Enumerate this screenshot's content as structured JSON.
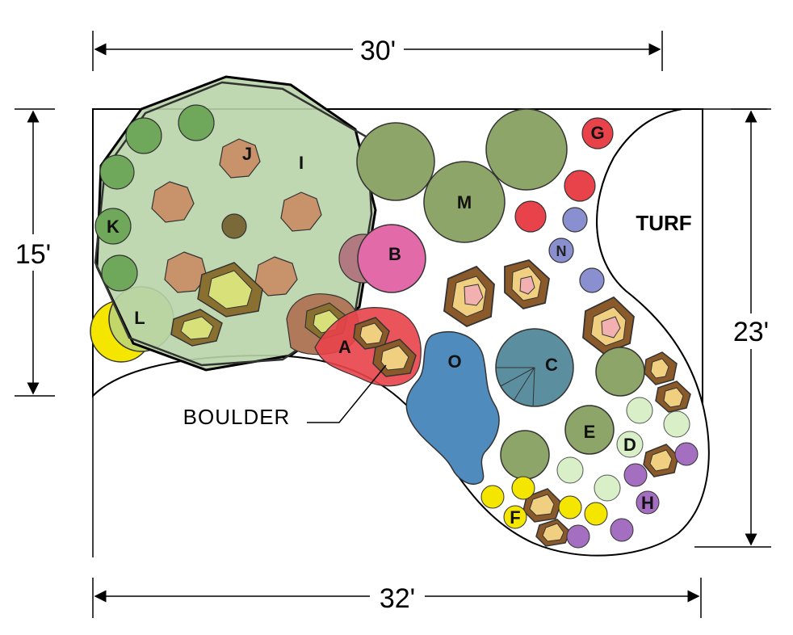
{
  "dimensions": {
    "top": "30'",
    "bottom": "32'",
    "left": "15'",
    "right": "23'"
  },
  "areas": {
    "turf": "TURF",
    "callout": "BOULDER"
  },
  "plants": {
    "A": "A",
    "B": "B",
    "C": "C",
    "D": "D",
    "E": "E",
    "F": "F",
    "G": "G",
    "H": "H",
    "I": "I",
    "J": "J",
    "K": "K",
    "L": "L",
    "M": "M",
    "N": "N",
    "O": "O"
  },
  "colors": {
    "tree_canopy": "#b9d4a8",
    "shrub_green": "#7f9a5a",
    "small_shrub_green": "#6fa85a",
    "red_perennial": "#e8424a",
    "pink_shrub": "#e26aa8",
    "blue_shrub": "#5b8fa0",
    "pond": "#4f8bbd",
    "boulder_brown": "#9a6a3a",
    "yellow_flower": "#f5e600",
    "purple_flower": "#a46fc0",
    "lavender_flower": "#8a8fd0",
    "pale_green": "#d8efc8"
  }
}
